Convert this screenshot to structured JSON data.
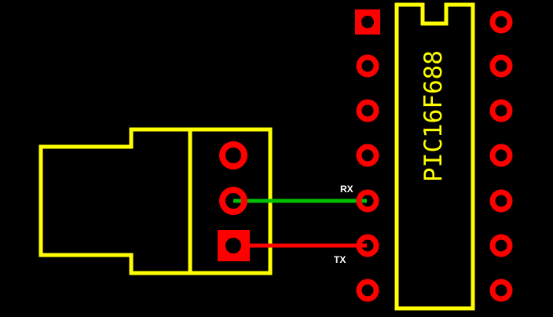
{
  "colors": {
    "background": "#000000",
    "silkscreen": "#ffff00",
    "pad": "#ff0000",
    "rx_trace": "#00c000",
    "tx_trace": "#ff0000",
    "net_label": "#ffffff"
  },
  "ic": {
    "part_number": "PIC16F688",
    "pins_per_side": 7,
    "pin1_pad": "square"
  },
  "connector": {
    "pins": 3,
    "pin1_pad": "square"
  },
  "nets": {
    "rx_label": "RX",
    "tx_label": "TX"
  }
}
